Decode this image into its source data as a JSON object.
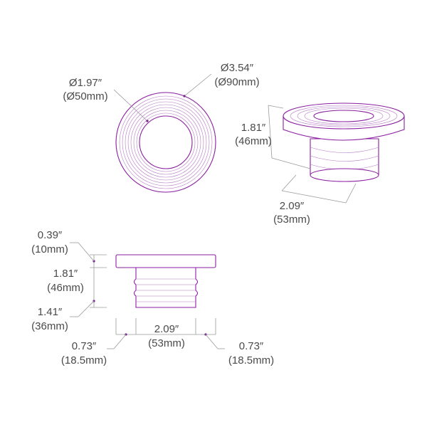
{
  "colors": {
    "part_outline": "#8a1ea0",
    "dimension_line": "#9a9a9a",
    "text": "#4a4a4a"
  },
  "top_view": {
    "inner_diameter": {
      "imperial": "Ø1.97″",
      "metric": "(Ø50mm)"
    },
    "outer_diameter": {
      "imperial": "Ø3.54″",
      "metric": "(Ø90mm)"
    }
  },
  "iso_view": {
    "height": {
      "imperial": "1.81″",
      "metric": "(46mm)"
    },
    "width": {
      "imperial": "2.09″",
      "metric": "(53mm)"
    }
  },
  "side_view": {
    "flange_thickness": {
      "imperial": "0.39″",
      "metric": "(10mm)"
    },
    "height": {
      "imperial": "1.81″",
      "metric": "(46mm)"
    },
    "body_height": {
      "imperial": "1.41″",
      "metric": "(36mm)"
    },
    "body_width": {
      "imperial": "2.09″",
      "metric": "(53mm)"
    },
    "left_overhang": {
      "imperial": "0.73″",
      "metric": "(18.5mm)"
    },
    "right_overhang": {
      "imperial": "0.73″",
      "metric": "(18.5mm)"
    }
  }
}
